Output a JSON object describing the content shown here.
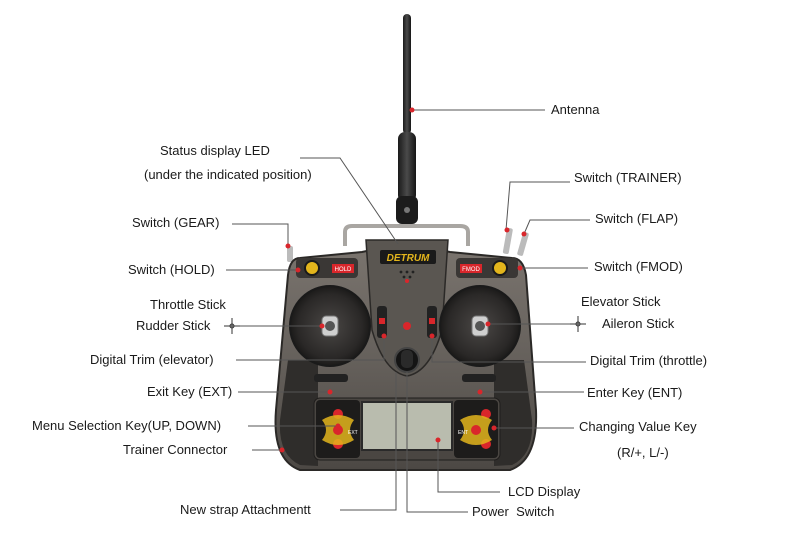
{
  "brand": "DETRUM",
  "panel_labels": {
    "hold": "HOLD",
    "fmod": "FMOD",
    "ext": "EXT",
    "ent": "ENT"
  },
  "callouts": {
    "antenna": "Antenna",
    "status_led_1": "Status display LED",
    "status_led_2": "(under the indicated position)",
    "switch_trainer": "Switch (TRAINER)",
    "switch_gear": "Switch (GEAR)",
    "switch_flap": "Switch (FLAP)",
    "switch_hold": "Switch (HOLD)",
    "switch_fmod": "Switch (FMOD)",
    "throttle_stick": "Throttle Stick",
    "rudder_stick": "Rudder Stick",
    "elevator_stick": "Elevator Stick",
    "aileron_stick": "Aileron Stick",
    "trim_elevator": "Digital Trim (elevator)",
    "trim_throttle": "Digital Trim (throttle)",
    "exit_key": "Exit Key (EXT)",
    "enter_key": "Enter Key (ENT)",
    "menu_key": "Menu Selection Key(UP, DOWN)",
    "value_key_1": "Changing Value Key",
    "value_key_2": "(R/+, L/-)",
    "trainer_connector": "Trainer Connector",
    "lcd_display": "LCD Display",
    "strap": "New strap Attachmentt",
    "power_switch": "Power  Switch"
  },
  "colors": {
    "body": "#6b6661",
    "body_dark": "#2f2d2b",
    "marker": "#d9262b",
    "leader": "#555555",
    "lcd": "#b9bcae",
    "accent": "#e3b51c"
  }
}
